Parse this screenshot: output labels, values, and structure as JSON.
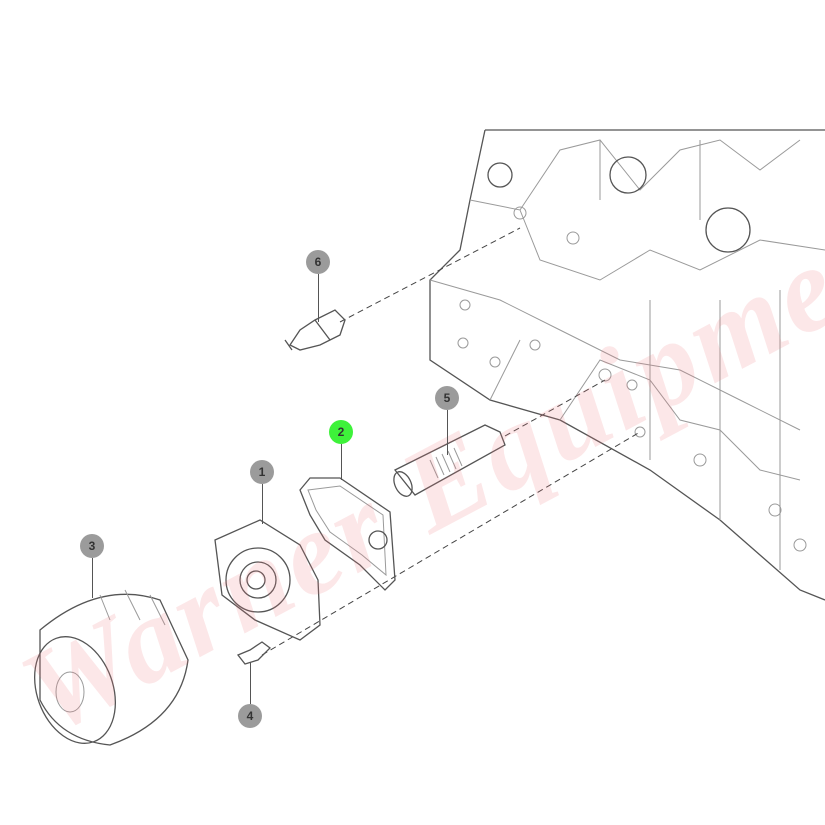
{
  "diagram": {
    "callouts": [
      {
        "label": "1",
        "selected": false
      },
      {
        "label": "2",
        "selected": true
      },
      {
        "label": "3",
        "selected": false
      },
      {
        "label": "4",
        "selected": false
      },
      {
        "label": "5",
        "selected": false
      },
      {
        "label": "6",
        "selected": false
      }
    ],
    "watermark": "Warner Equipment",
    "colors": {
      "callout": "#9b9b9b",
      "selected": "#3ef23a",
      "watermark": "#f07882"
    }
  }
}
